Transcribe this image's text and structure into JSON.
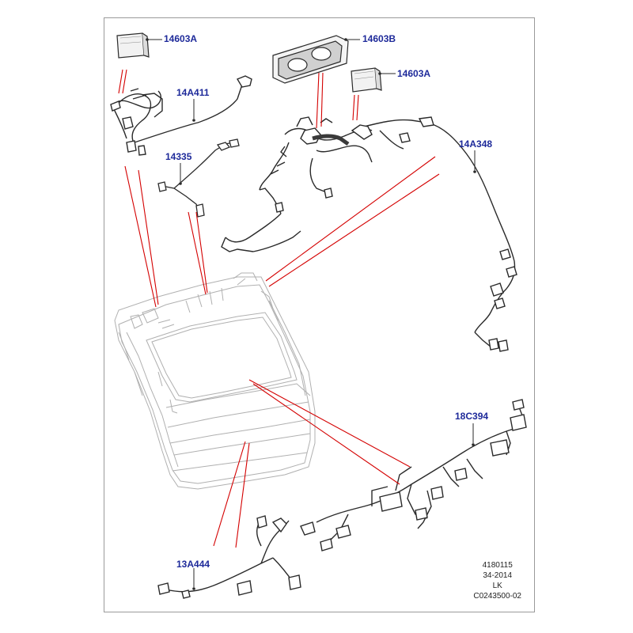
{
  "colors": {
    "frame": "#9a9a9a",
    "label": "#1e2a9a",
    "leader": "#d40000",
    "harness": "#2a2a2a",
    "panel": "#b0b0b0"
  },
  "parts": [
    {
      "id": "p14603A_left",
      "label": "14603A"
    },
    {
      "id": "p14603B",
      "label": "14603B"
    },
    {
      "id": "p14603A_right",
      "label": "14603A"
    },
    {
      "id": "p14A411",
      "label": "14A411"
    },
    {
      "id": "p14335",
      "label": "14335"
    },
    {
      "id": "p14A348",
      "label": "14A348"
    },
    {
      "id": "p18C394",
      "label": "18C394"
    },
    {
      "id": "p13A444",
      "label": "13A444"
    }
  ],
  "reference": {
    "line1": "4180115",
    "line2": "34-2014",
    "line3": "LK",
    "line4": "C0243500-02"
  }
}
